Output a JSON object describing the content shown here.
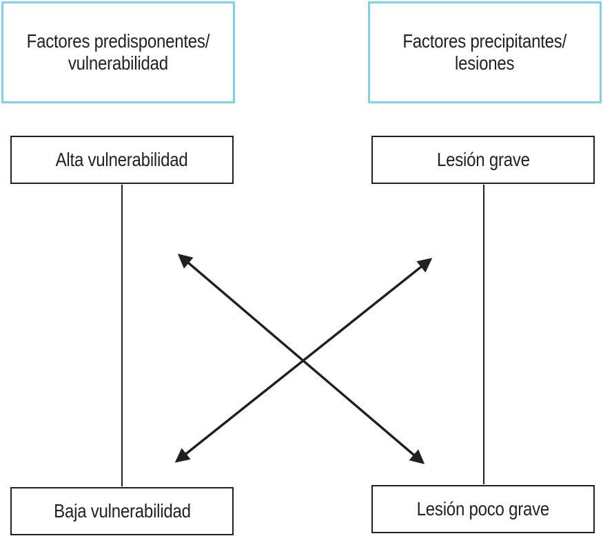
{
  "headers": {
    "left": {
      "line1": "Factores predisponentes/",
      "line2": "vulnerabilidad"
    },
    "right": {
      "line1": "Factores precipitantes/",
      "line2": "lesiones"
    }
  },
  "nodes": {
    "alta_vulnerabilidad": "Alta vulnerabilidad",
    "baja_vulnerabilidad": "Baja vulnerabilidad",
    "lesion_grave": "Lesión grave",
    "lesion_poco_grave": "Lesión poco grave"
  },
  "colors": {
    "header_border": "#7fd1ee",
    "line": "#231f20"
  }
}
